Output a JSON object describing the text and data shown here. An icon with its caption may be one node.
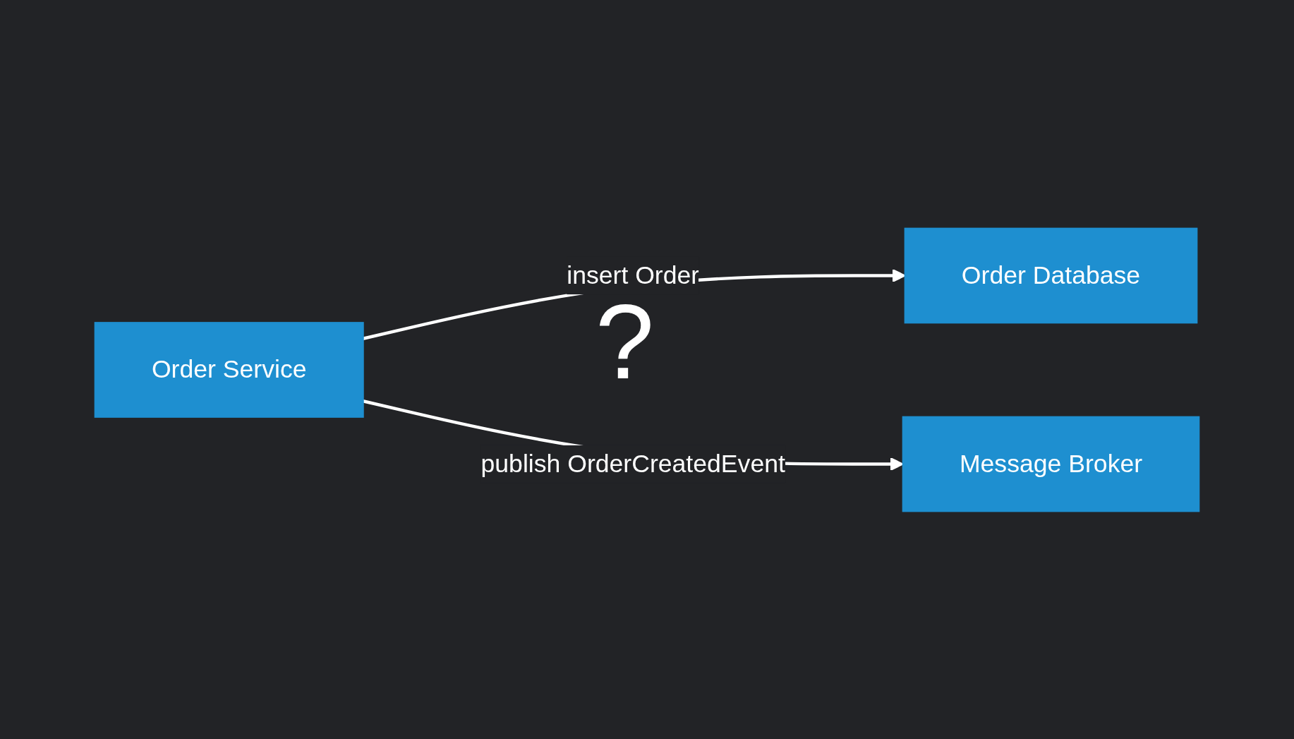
{
  "diagram": {
    "nodes": [
      {
        "text": [
          "Order Service"
        ]
      },
      {
        "text": [
          "Order Database"
        ]
      },
      {
        "text": [
          "Message Broker"
        ]
      }
    ],
    "edges": [
      {
        "from": 0,
        "to": 1,
        "arrow": "to",
        "label": "insert Order"
      },
      {
        "from": 0,
        "to": 2,
        "arrow": "to",
        "label": "publish OrderCreatedEvent"
      }
    ],
    "labels": [
      "?"
    ]
  }
}
